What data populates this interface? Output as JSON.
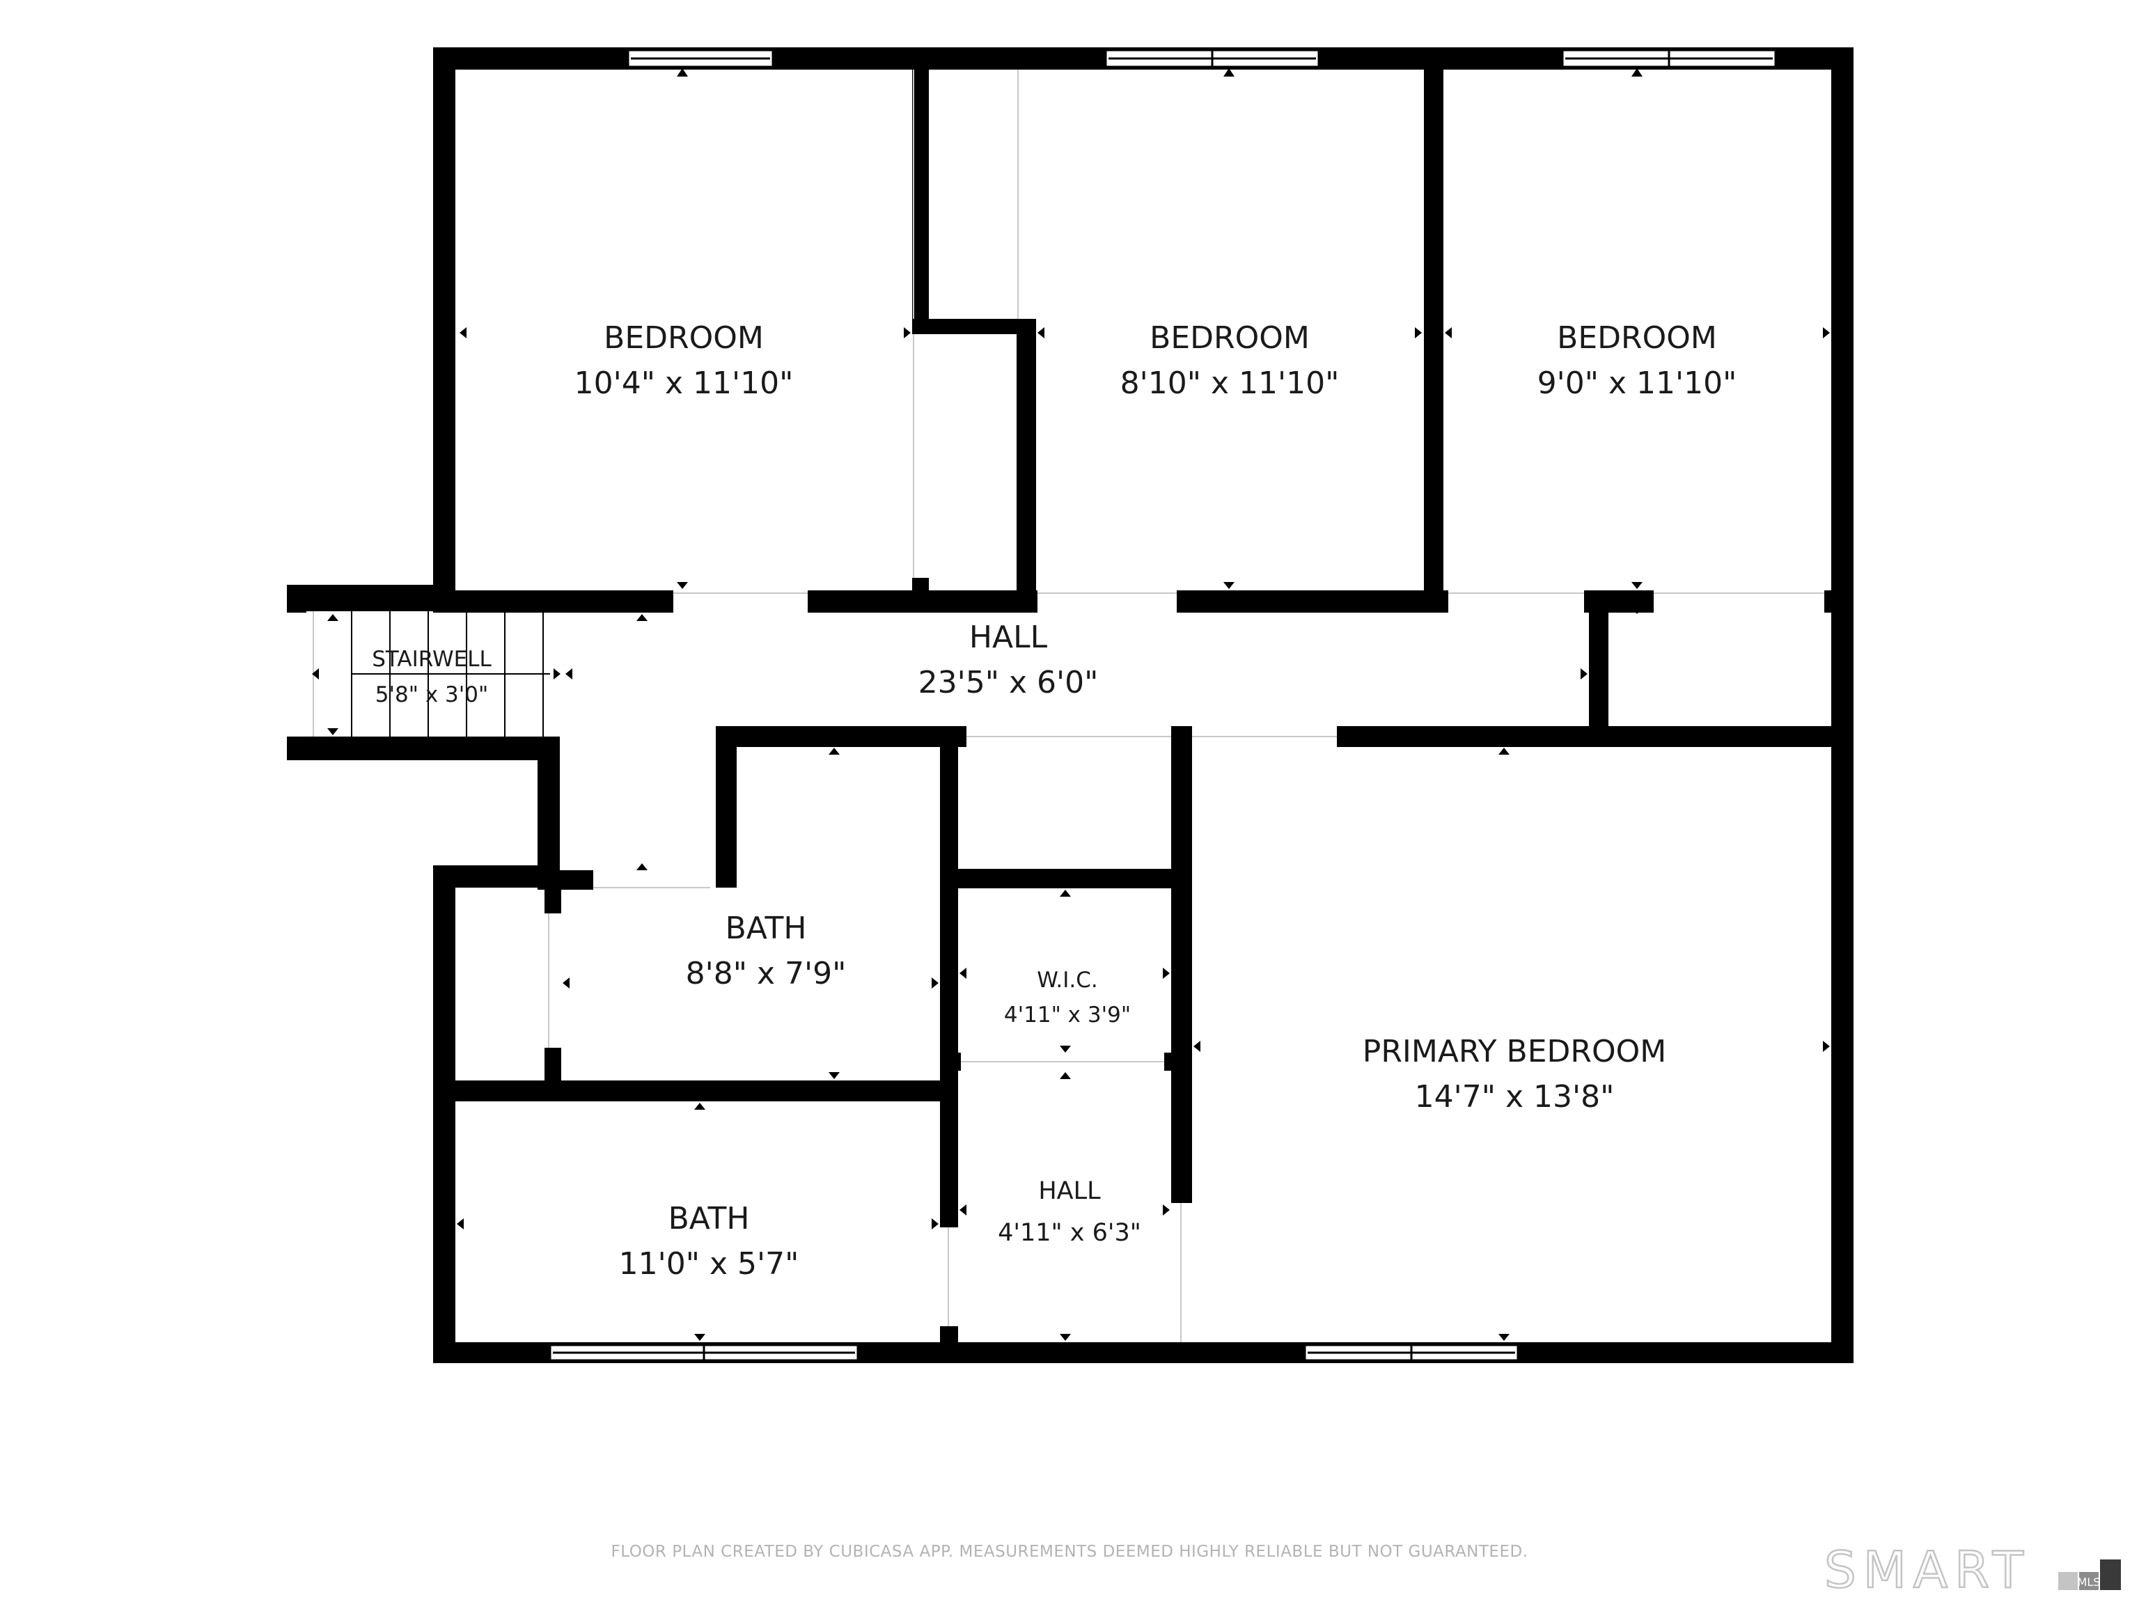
{
  "rooms": {
    "bedroom_1": {
      "name": "BEDROOM",
      "dim": "10'4\" x 11'10\""
    },
    "bedroom_2": {
      "name": "BEDROOM",
      "dim": "8'10\" x 11'10\""
    },
    "bedroom_3": {
      "name": "BEDROOM",
      "dim": "9'0\" x 11'10\""
    },
    "hall_main": {
      "name": "HALL",
      "dim": "23'5\" x 6'0\""
    },
    "stairwell": {
      "name": "STAIRWELL",
      "dim": "5'8\" x 3'0\""
    },
    "bath_1": {
      "name": "BATH",
      "dim": "8'8\" x 7'9\""
    },
    "wic": {
      "name": "W.I.C.",
      "dim": "4'11\" x 3'9\""
    },
    "primary_bedroom": {
      "name": "PRIMARY BEDROOM",
      "dim": "14'7\" x 13'8\""
    },
    "bath_2": {
      "name": "BATH",
      "dim": "11'0\" x 5'7\""
    },
    "hall_small": {
      "name": "HALL",
      "dim": "4'11\" x 6'3\""
    }
  },
  "footer": {
    "note": "FLOOR PLAN CREATED BY CUBICASA APP. MEASUREMENTS DEEMED HIGHLY RELIABLE BUT NOT GUARANTEED."
  },
  "brand": {
    "text": "SMART",
    "suffix": "MLS"
  },
  "colors": {
    "wall": "#000000",
    "background": "#ffffff",
    "footer_text": "#b3b3b3",
    "brand": "#c4c4c4"
  }
}
